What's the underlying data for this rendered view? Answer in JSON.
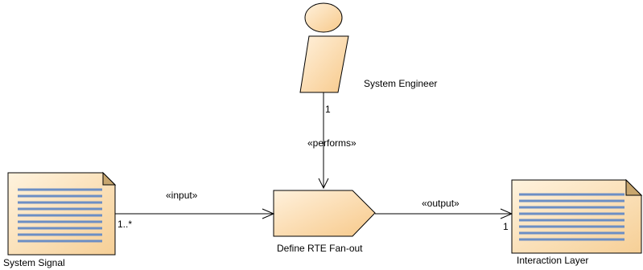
{
  "colors": {
    "shape_fill": "#FAD9A6",
    "shape_fill_dark": "#C8A66E",
    "stroke": "#000000",
    "doc_lines": "#6C8EC4",
    "background": "#FFFFFF"
  },
  "role": {
    "name": "System Engineer",
    "icon": "worker-role-icon"
  },
  "task": {
    "name": "Define RTE Fan-out",
    "icon": "task-definition-icon"
  },
  "input_product": {
    "name": "System Signal",
    "icon": "document-icon"
  },
  "output_product": {
    "name": "Interaction Layer",
    "icon": "document-icon"
  },
  "connectors": {
    "performs": {
      "stereotype": "«performs»",
      "multiplicity": "1"
    },
    "input": {
      "stereotype": "«input»",
      "multiplicity": "1..*"
    },
    "output": {
      "stereotype": "«output»",
      "multiplicity": "1"
    }
  }
}
